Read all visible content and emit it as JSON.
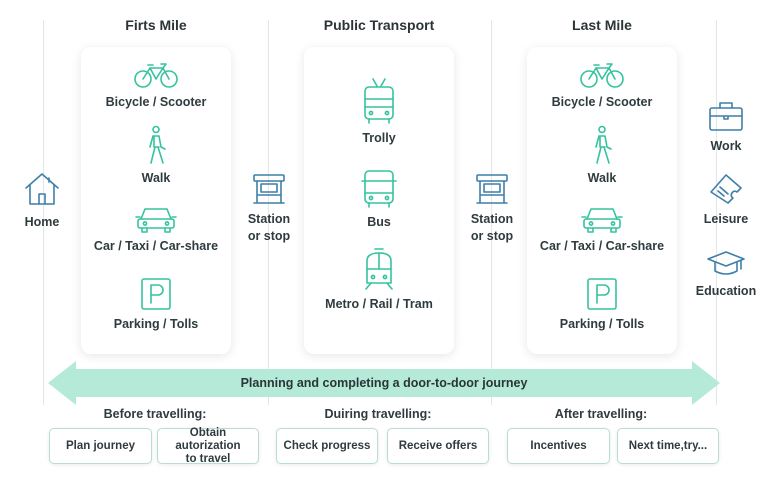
{
  "columns": {
    "first_mile": {
      "title": "Firts Mile",
      "items": [
        {
          "label": "Bicycle / Scooter",
          "icon": "bicycle-icon"
        },
        {
          "label": "Walk",
          "icon": "walking-person-icon"
        },
        {
          "label": "Car / Taxi / Car-share",
          "icon": "car-icon"
        },
        {
          "label": "Parking / Tolls",
          "icon": "parking-icon"
        }
      ]
    },
    "public_transport": {
      "title": "Public Transport",
      "items": [
        {
          "label": "Trolly",
          "icon": "trolleybus-icon"
        },
        {
          "label": "Bus",
          "icon": "bus-icon"
        },
        {
          "label": "Metro / Rail / Tram",
          "icon": "train-icon"
        }
      ]
    },
    "last_mile": {
      "title": "Last Mile",
      "items": [
        {
          "label": "Bicycle / Scooter",
          "icon": "bicycle-icon"
        },
        {
          "label": "Walk",
          "icon": "walking-person-icon"
        },
        {
          "label": "Car / Taxi / Car-share",
          "icon": "car-icon"
        },
        {
          "label": "Parking / Tolls",
          "icon": "parking-icon"
        }
      ]
    }
  },
  "home": {
    "label": "Home",
    "icon": "house-icon"
  },
  "station_left": {
    "line1": "Station",
    "line2": "or stop",
    "icon": "bus-stop-icon"
  },
  "station_right": {
    "line1": "Station",
    "line2": "or stop",
    "icon": "bus-stop-icon"
  },
  "destinations": [
    {
      "label": "Work",
      "icon": "briefcase-icon"
    },
    {
      "label": "Leisure",
      "icon": "ticket-icon"
    },
    {
      "label": "Education",
      "icon": "graduation-cap-icon"
    }
  ],
  "banner": {
    "text": "Planning and completing a door-to-door journey"
  },
  "phases": {
    "before": {
      "title": "Before travelling:",
      "chips": [
        {
          "line1": "Plan journey",
          "line2": ""
        },
        {
          "line1": "Obtain autorization",
          "line2": "to travel"
        }
      ]
    },
    "during": {
      "title": "Duiring travelling:",
      "chips": [
        {
          "line1": "Check progress",
          "line2": ""
        },
        {
          "line1": "Receive offers",
          "line2": ""
        }
      ]
    },
    "after": {
      "title": "After travelling:",
      "chips": [
        {
          "line1": "Incentives",
          "line2": ""
        },
        {
          "line1": "Next time,try...",
          "line2": ""
        }
      ]
    }
  },
  "colors": {
    "accent_green": "#35c39e",
    "icon_blue": "#3f7fa8",
    "banner_fill": "#b5ead8",
    "divider": "#e2e6e6"
  }
}
